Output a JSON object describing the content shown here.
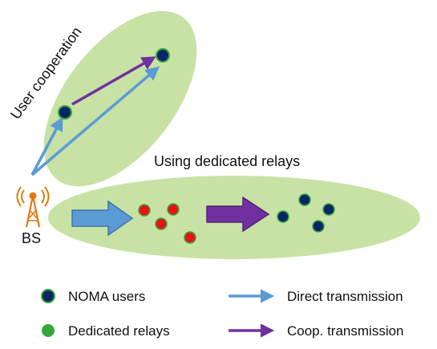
{
  "labels": {
    "user_cooperation": "User cooperation",
    "dedicated_relays_title": "Using dedicated relays",
    "base_station": "BS"
  },
  "legend": {
    "noma_users": "NOMA users",
    "dedicated_relays": "Dedicated relays",
    "direct_transmission": "Direct transmission",
    "coop_transmission": "Coop. transmission"
  },
  "colors": {
    "ellipse_fill": "#c7e2a4",
    "noma_user": "#0a2568",
    "user_ring": "#35a83b",
    "relay": "#e81414",
    "direct_arrow": "#5b9bd5",
    "direct_arrow_edge": "#3e75b0",
    "coop_arrow": "#7030a0",
    "coop_arrow_edge": "#532479",
    "tower": "#e07a10"
  },
  "icons": {
    "base_station": "antenna-tower-icon"
  }
}
